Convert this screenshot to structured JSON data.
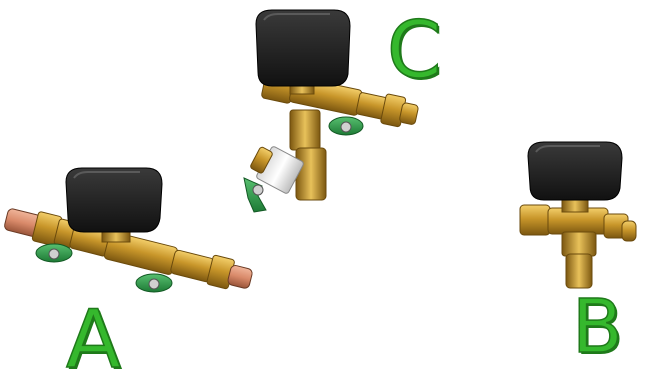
{
  "labels": {
    "a": "A",
    "b": "B",
    "c": "C"
  },
  "colors": {
    "actuator": "#1a1a1a",
    "brass": "#c8962a",
    "brass_dark": "#8a6414",
    "copper": "#d98a6a",
    "handle": "#2f9a4a",
    "letters": "#35b82d"
  },
  "icons": {
    "valve_a": "two-way-zone-valve-icon",
    "valve_b": "three-way-zone-valve-icon",
    "valve_c": "three-way-valve-with-strainer-icon"
  }
}
